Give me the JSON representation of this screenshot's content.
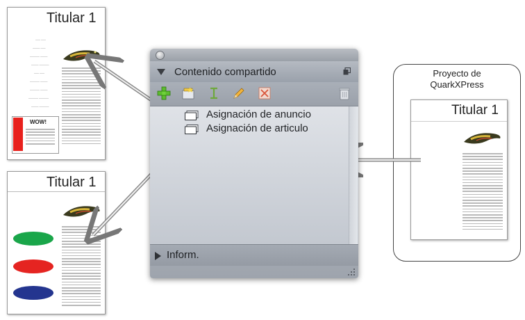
{
  "palette": {
    "header_title": "Contenido compartido",
    "toolbar_icons": [
      "add-icon",
      "new-folder-icon",
      "text-cursor-icon",
      "pencil-icon",
      "unlink-icon",
      "trash-icon"
    ],
    "items": [
      {
        "label": "Asignación de anuncio",
        "icon": "assignment-icon"
      },
      {
        "label": "Asignación de articulo",
        "icon": "assignment-icon"
      }
    ],
    "footer_label": "Inform."
  },
  "project": {
    "line1": "Proyecto de",
    "line2": "QuarkXPress",
    "page_title": "Titular 1"
  },
  "page_top": {
    "title": "Titular 1",
    "wow_text": "WOW!"
  },
  "page_bottom": {
    "title": "Titular 1"
  },
  "colors": {
    "ellipse_green": "#1aa64a",
    "ellipse_red": "#e52421",
    "ellipse_blue": "#24358f",
    "wow_red": "#e8211d"
  }
}
